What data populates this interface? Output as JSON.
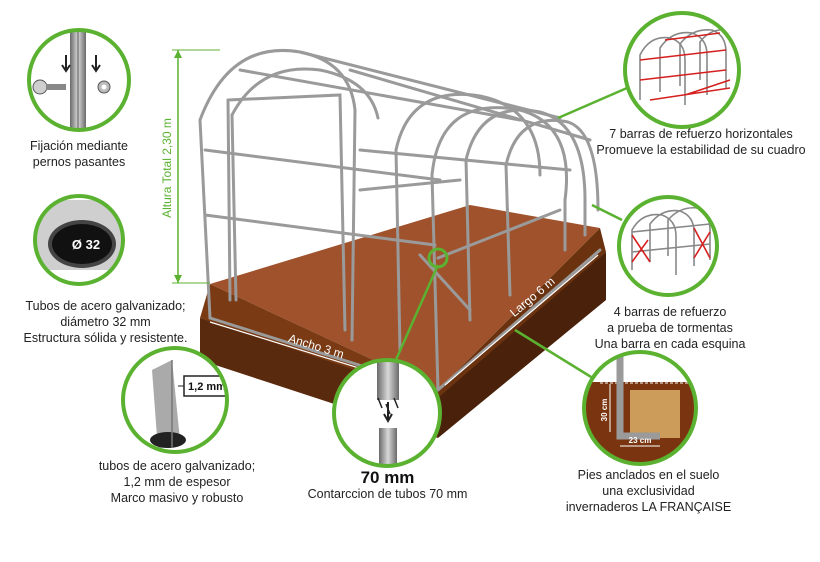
{
  "diagram": {
    "dimensions": {
      "height_label": "Altura Total 2,30 m",
      "width_label": "Ancho 3 m",
      "length_label": "Largo 6 m"
    },
    "callouts": {
      "bolts": {
        "lines": [
          "Fijación mediante",
          "pernos pasantes"
        ]
      },
      "tube_diameter": {
        "badge": "Ø 32",
        "lines": [
          "Tubos de acero galvanizado;",
          "diámetro 32 mm",
          "Estructura sólida y resistente."
        ]
      },
      "thickness": {
        "badge": "1,2 mm",
        "lines": [
          "tubos de acero galvanizado;",
          "1,2 mm de espesor",
          "Marco masivo y robusto"
        ]
      },
      "connection": {
        "value": "70 mm",
        "lines": [
          "Contarccion de tubos 70 mm"
        ]
      },
      "horizontal_bars": {
        "lines": [
          "7 barras de refuerzo horizontales",
          "Promueve la estabilidad de su cuadro"
        ]
      },
      "storm_bars": {
        "lines": [
          "4 barras de refuerzo",
          "a prueba de tormentas",
          "Una barra en cada esquina"
        ]
      },
      "anchors": {
        "dim_vertical": "30 cm",
        "dim_horizontal": "23 cm",
        "lines": [
          "Pies anclados en el suelo",
          "una exclusividad",
          "invernaderos LA FRANÇAISE"
        ]
      }
    },
    "colors": {
      "accent_green": "#5bb230",
      "frame_gray": "#9a9a9a",
      "soil_top": "#a0522d",
      "soil_side": "#5a2a0e",
      "red_bar": "#d62020"
    }
  }
}
